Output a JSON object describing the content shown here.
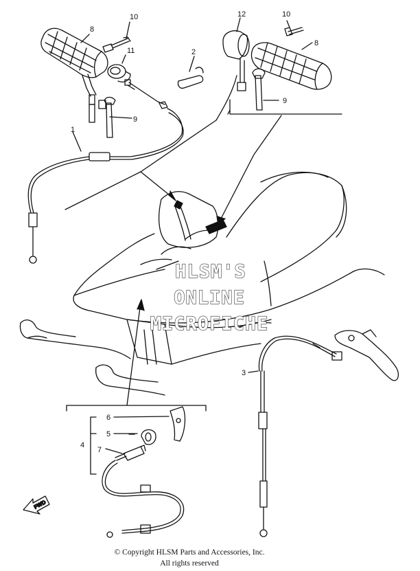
{
  "callouts": {
    "left_grip": "8",
    "left_bolt": "10",
    "left_collar": "11",
    "clip": "2",
    "left_band": "9",
    "throttle_cable": "1",
    "right_cap": "12",
    "right_bolt": "10",
    "right_grip": "8",
    "right_band": "9",
    "brake_cable": "3",
    "lever_bracket": "6",
    "nut": "5",
    "adjuster_assy": "4",
    "adjuster_bolt": "7"
  },
  "watermark": {
    "line1": "HLSM'S",
    "line2": "ONLINE",
    "line3": "MICROFICHE"
  },
  "fwd_label": "FWD",
  "copyright": {
    "line1": "© Copyright HLSM Parts and Accessories, Inc.",
    "line2": "All rights reserved"
  }
}
